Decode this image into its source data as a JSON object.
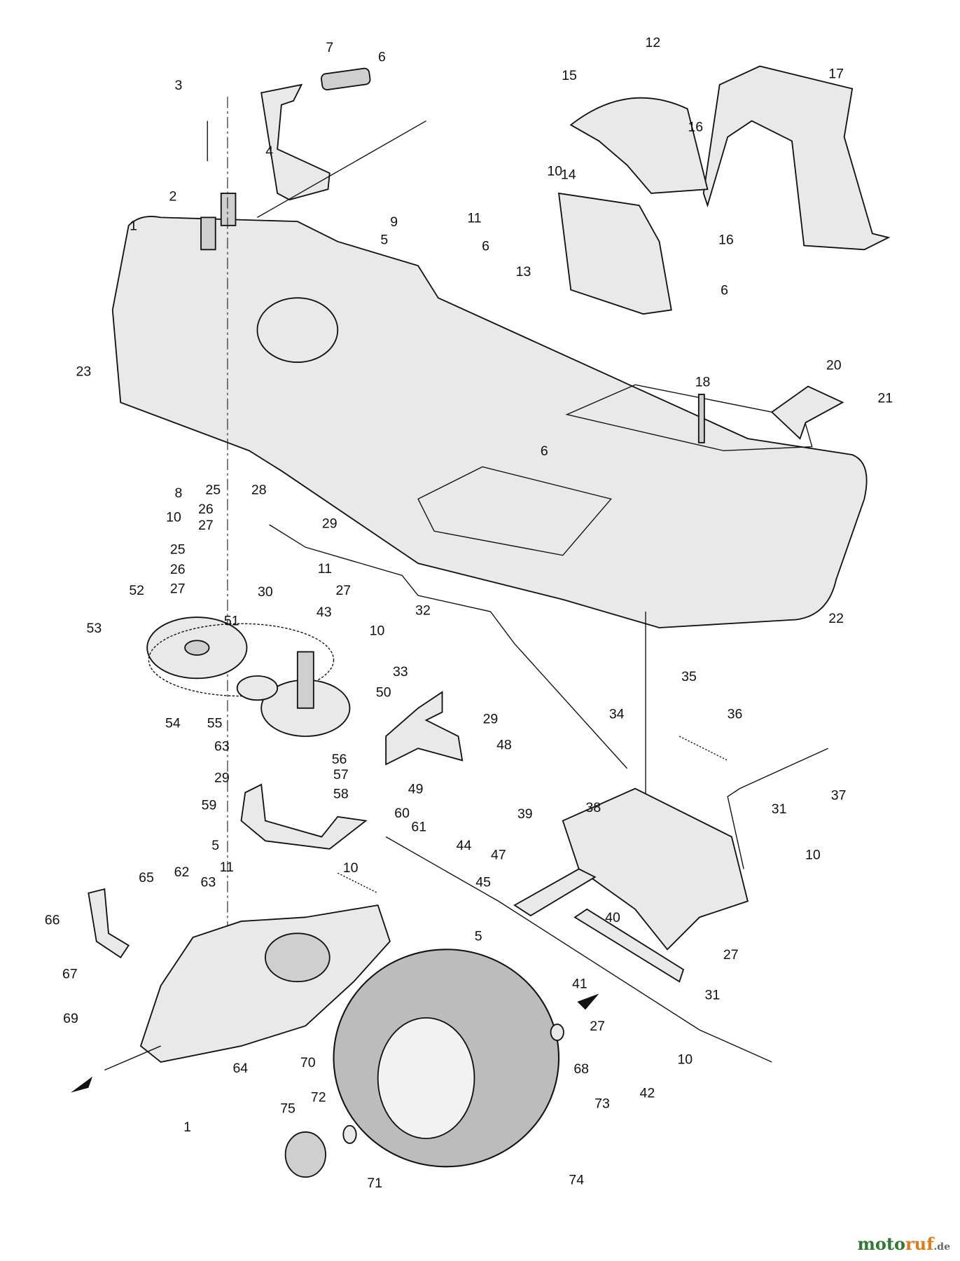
{
  "diagram": {
    "type": "exploded parts diagram",
    "callouts": [
      "1",
      "2",
      "3",
      "4",
      "5",
      "6",
      "7",
      "9",
      "10",
      "11",
      "12",
      "13",
      "14",
      "15",
      "16",
      "16",
      "17",
      "6",
      "6",
      "18",
      "20",
      "21",
      "22",
      "23",
      "6",
      "8",
      "25",
      "26",
      "27",
      "28",
      "29",
      "10",
      "25",
      "26",
      "27",
      "11",
      "27",
      "30",
      "43",
      "52",
      "53",
      "51",
      "32",
      "10",
      "33",
      "54",
      "55",
      "50",
      "29",
      "35",
      "34",
      "36",
      "48",
      "63",
      "56",
      "57",
      "29",
      "58",
      "49",
      "37",
      "38",
      "59",
      "60",
      "61",
      "39",
      "31",
      "44",
      "5",
      "10",
      "47",
      "11",
      "10",
      "62",
      "65",
      "63",
      "45",
      "66",
      "40",
      "27",
      "5",
      "67",
      "41",
      "31",
      "69",
      "27",
      "68",
      "10",
      "64",
      "70",
      "42",
      "73",
      "72",
      "1",
      "75",
      "71",
      "74"
    ]
  },
  "watermark": {
    "part1": "moto",
    "part2": "ruf",
    "part3": ".de"
  }
}
